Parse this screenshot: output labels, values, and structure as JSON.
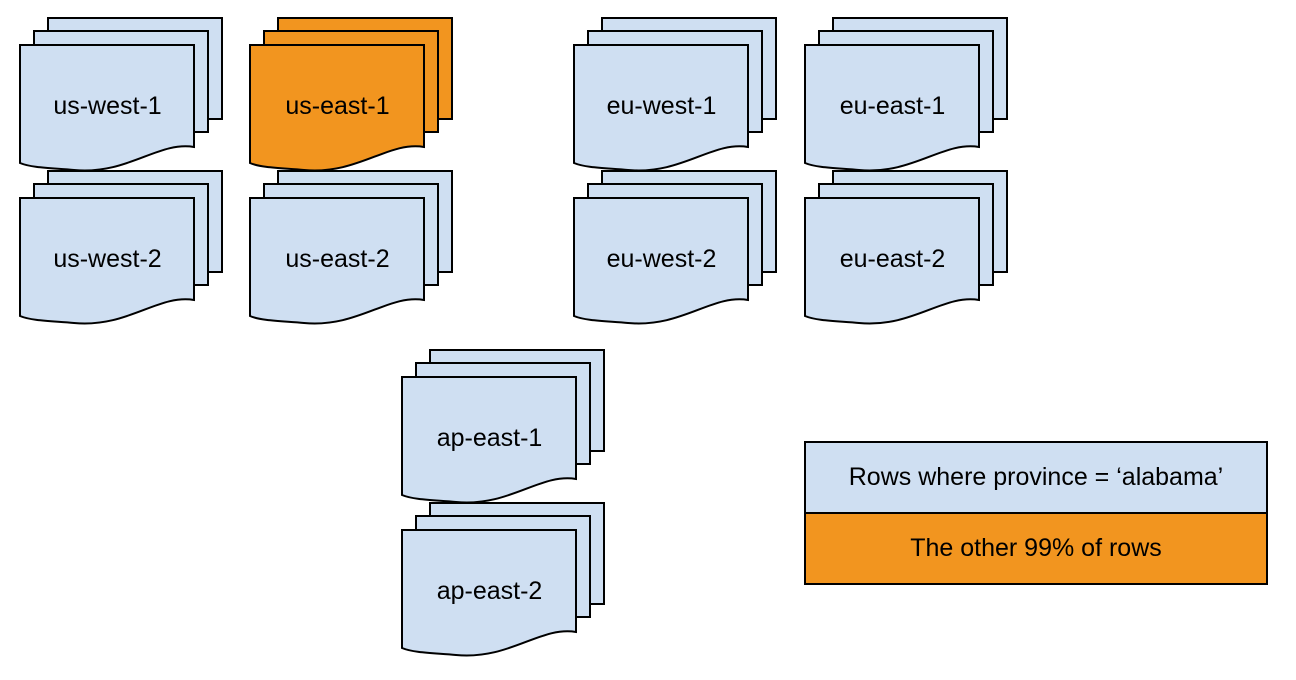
{
  "colors": {
    "partition_fill": "#cfdff2",
    "hot_partition_fill": "#f2951f",
    "outline": "#000000"
  },
  "regions": [
    {
      "label": "us-west-1",
      "highlighted": false
    },
    {
      "label": "us-east-1",
      "highlighted": true
    },
    {
      "label": "eu-west-1",
      "highlighted": false
    },
    {
      "label": "eu-east-1",
      "highlighted": false
    },
    {
      "label": "us-west-2",
      "highlighted": false
    },
    {
      "label": "us-east-2",
      "highlighted": false
    },
    {
      "label": "eu-west-2",
      "highlighted": false
    },
    {
      "label": "eu-east-2",
      "highlighted": false
    },
    {
      "label": "ap-east-1",
      "highlighted": false
    },
    {
      "label": "ap-east-2",
      "highlighted": false
    }
  ],
  "legend": {
    "items": [
      {
        "label": "Rows where province = ‘alabama’",
        "color": "#cfdff2"
      },
      {
        "label": "The other 99% of rows",
        "color": "#f2951f"
      }
    ]
  }
}
